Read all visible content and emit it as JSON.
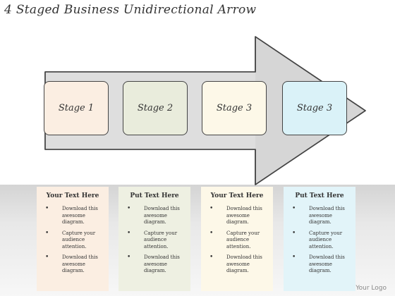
{
  "title": "4 Staged Business Unidirectional Arrow",
  "stages": [
    {
      "label": "Stage 1",
      "fill": "#fbeee2"
    },
    {
      "label": "Stage 2",
      "fill": "#e9ecdc"
    },
    {
      "label": "Stage 3",
      "fill": "#fdf8e8"
    },
    {
      "label": "Stage 3",
      "fill": "#daf2f8"
    }
  ],
  "cards": [
    {
      "title": "Your Text Here",
      "fill": "#fbeee2",
      "bullets": [
        "Download this awesome diagram.",
        "Capture your audience attention.",
        "Download this awesome diagram."
      ]
    },
    {
      "title": "Put Text Here",
      "fill": "#eef0e2",
      "bullets": [
        "Download this awesome diagram.",
        "Capture your audience attention.",
        "Download this awesome diagram."
      ]
    },
    {
      "title": "Your Text Here",
      "fill": "#fdf8e8",
      "bullets": [
        "Download this awesome diagram.",
        "Capture your audience attention.",
        "Download this awesome diagram."
      ]
    },
    {
      "title": "Put Text Here",
      "fill": "#e2f4f9",
      "bullets": [
        "Download this awesome diagram.",
        "Capture your audience attention.",
        "Download this awesome diagram."
      ]
    }
  ],
  "logo": "Your Logo",
  "colors": {
    "arrow_fill": "#d6d6d6",
    "arrow_stroke": "#444444"
  }
}
